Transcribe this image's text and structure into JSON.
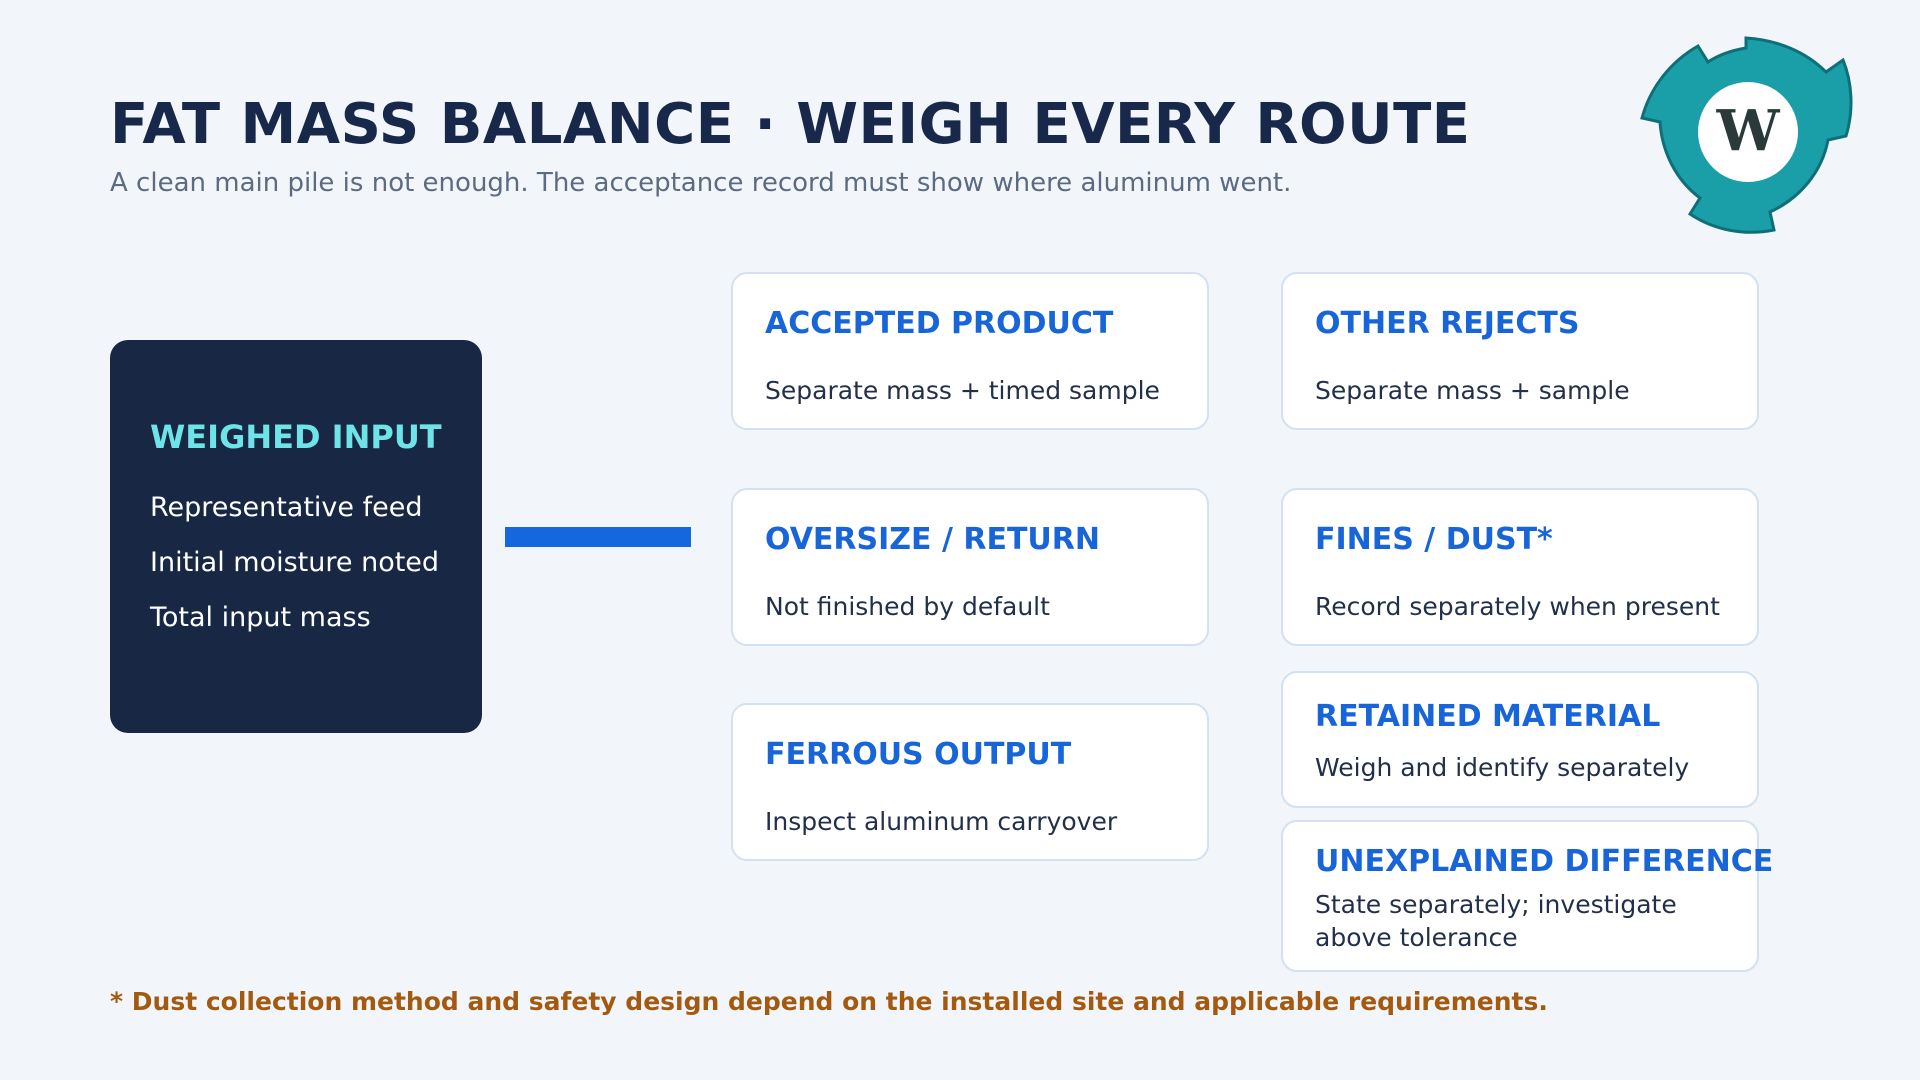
{
  "header": {
    "title": "FAT MASS BALANCE · WEIGH EVERY ROUTE",
    "subtitle": "A clean main pile is not enough. The acceptance record must show where aluminum went."
  },
  "logo": {
    "icon": "gear-logo-icon",
    "color": "#1a9ea8"
  },
  "input": {
    "title": "WEIGHED INPUT",
    "lines": [
      "Representative feed",
      "Initial moisture noted",
      "Total input mass"
    ]
  },
  "outputs": {
    "accepted_product": {
      "title": "ACCEPTED PRODUCT",
      "text": "Separate mass + timed sample"
    },
    "other_rejects": {
      "title": "OTHER REJECTS",
      "text": "Separate mass + sample"
    },
    "oversize_return": {
      "title": "OVERSIZE / RETURN",
      "text": "Not finished by default"
    },
    "fines_dust": {
      "title": "FINES / DUST*",
      "text": "Record separately when present"
    },
    "ferrous_output": {
      "title": "FERROUS OUTPUT",
      "text": "Inspect aluminum carryover"
    },
    "retained_material": {
      "title": "RETAINED MATERIAL",
      "text": "Weigh and identify separately"
    },
    "unexplained_difference": {
      "title": "UNEXPLAINED DIFFERENCE",
      "text": "State separately; investigate above tolerance"
    }
  },
  "footnote": "* Dust collection method and safety design depend on the installed site and applicable requirements.",
  "colors": {
    "accent": "#1467dd",
    "dark_panel": "#172744",
    "highlight": "#6ee3e8",
    "note": "#a35a10"
  }
}
